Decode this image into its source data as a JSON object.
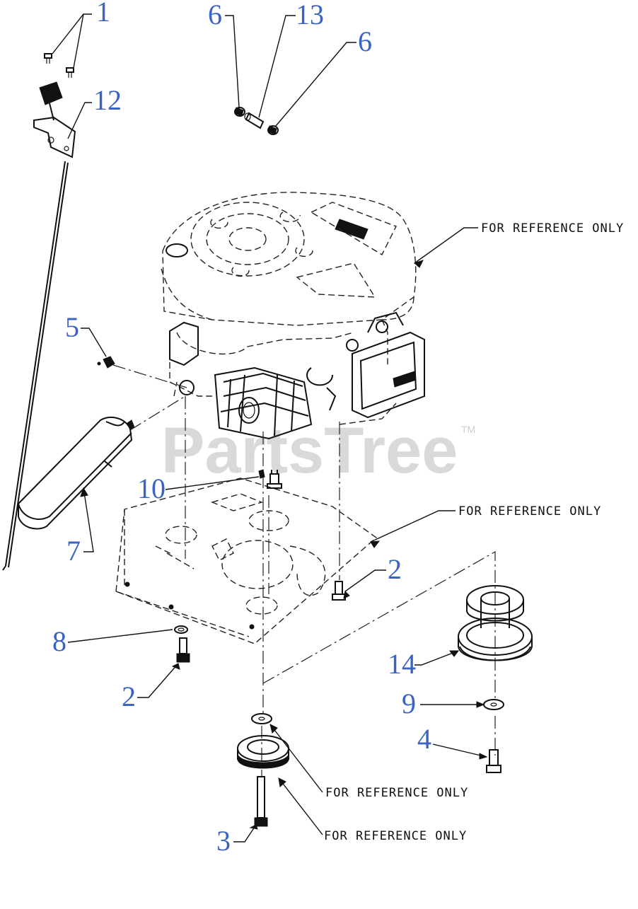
{
  "watermark": {
    "text": "PartsTree",
    "trademark": "TM"
  },
  "callouts": [
    {
      "id": "c1",
      "label": "1"
    },
    {
      "id": "c12",
      "label": "12"
    },
    {
      "id": "c6a",
      "label": "6"
    },
    {
      "id": "c13",
      "label": "13"
    },
    {
      "id": "c6b",
      "label": "6"
    },
    {
      "id": "c5",
      "label": "5"
    },
    {
      "id": "c10",
      "label": "10"
    },
    {
      "id": "c7",
      "label": "7"
    },
    {
      "id": "c2a",
      "label": "2"
    },
    {
      "id": "c8",
      "label": "8"
    },
    {
      "id": "c2b",
      "label": "2"
    },
    {
      "id": "c14",
      "label": "14"
    },
    {
      "id": "c9",
      "label": "9"
    },
    {
      "id": "c4",
      "label": "4"
    },
    {
      "id": "c3",
      "label": "3"
    }
  ],
  "reference_notes": [
    {
      "id": "ref-engine",
      "text": "FOR REFERENCE ONLY"
    },
    {
      "id": "ref-deck",
      "text": "FOR REFERENCE ONLY"
    },
    {
      "id": "ref-washer",
      "text": "FOR REFERENCE ONLY"
    },
    {
      "id": "ref-pulley",
      "text": "FOR REFERENCE ONLY"
    }
  ],
  "colors": {
    "callout": "#3b63c4",
    "linework": "#111111",
    "watermark": "#d9d9d9"
  }
}
